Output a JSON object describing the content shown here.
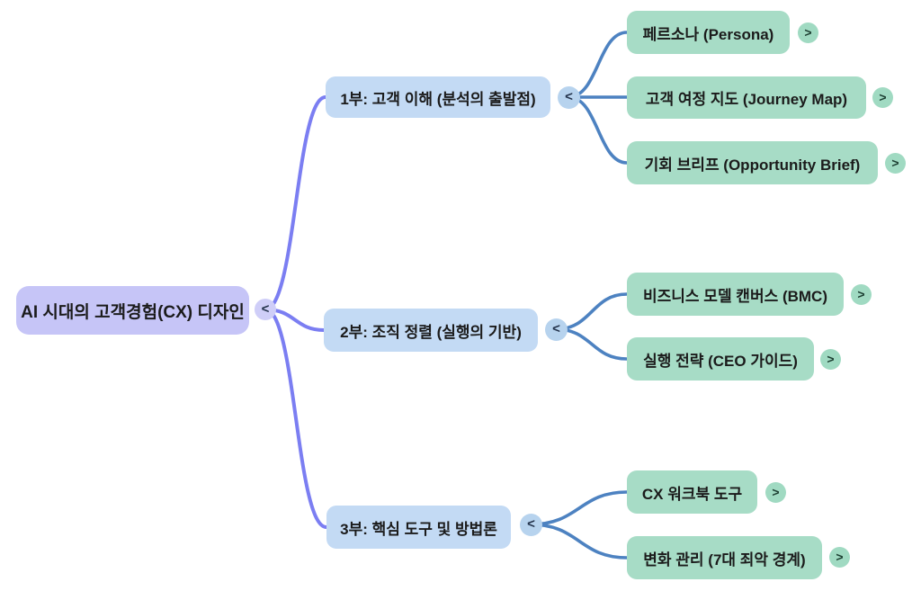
{
  "root": {
    "label": "AI 시대의 고객경험(CX) 디자인"
  },
  "branches": [
    {
      "label": "1부: 고객 이해 (분석의 출발점)",
      "children": [
        {
          "label": "페르소나 (Persona)"
        },
        {
          "label": "고객 여정 지도 (Journey Map)"
        },
        {
          "label": "기회 브리프 (Opportunity Brief)"
        }
      ]
    },
    {
      "label": "2부: 조직 정렬 (실행의 기반)",
      "children": [
        {
          "label": "비즈니스 모델 캔버스 (BMC)"
        },
        {
          "label": "실행 전략 (CEO 가이드)"
        }
      ]
    },
    {
      "label": "3부: 핵심 도구 및 방법론",
      "children": [
        {
          "label": "CX 워크북 도구"
        },
        {
          "label": "변화 관리 (7대 죄악 경계)"
        }
      ]
    }
  ],
  "controls": {
    "collapse_glyph": "<",
    "expand_glyph": ">"
  },
  "colors": {
    "background": "#ffffff",
    "root-box": "#c6c5f7",
    "root-toggle": "#cfcef8",
    "root-link": "#7b7ef2",
    "branch-box": "#c3daf4",
    "branch-toggle": "#b7d3ee",
    "branch-link": "#4d82c1",
    "leaf-box": "#a7dcc6",
    "leaf-toggle": "#a0dac2",
    "leaf-glyph": "#1c3e31",
    "toggle-glyph-dark": "#23324b",
    "text": "#1b1b1b"
  }
}
